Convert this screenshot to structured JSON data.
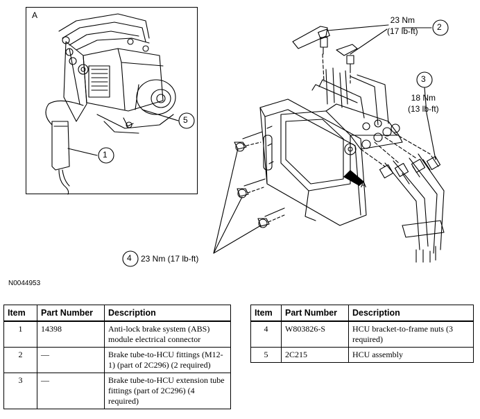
{
  "detail": {
    "label": "A"
  },
  "callouts": {
    "c1": "1",
    "c2": "2",
    "c3": "3",
    "c4": "4",
    "c5": "5",
    "view_arrow": "A"
  },
  "torques": {
    "t2_nm": "23 Nm",
    "t2_lbft": "(17 lb-ft)",
    "t3_nm": "18 Nm",
    "t3_lbft": "(13 lb-ft)",
    "t4": "23 Nm (17 lb-ft)"
  },
  "figure_id": "N0044953",
  "table_headers": {
    "item": "Item",
    "part_number": "Part Number",
    "description": "Description"
  },
  "table_left": [
    {
      "item": "1",
      "part": "14398",
      "desc": "Anti-lock brake system (ABS) module electrical connector"
    },
    {
      "item": "2",
      "part": "—",
      "desc": "Brake tube-to-HCU fittings (M12-1) (part of 2C296) (2 required)"
    },
    {
      "item": "3",
      "part": "—",
      "desc": "Brake tube-to-HCU extension tube fittings (part of 2C296) (4 required)"
    }
  ],
  "table_right": [
    {
      "item": "4",
      "part": "W803826-S",
      "desc": "HCU bracket-to-frame nuts (3 required)"
    },
    {
      "item": "5",
      "part": "2C215",
      "desc": "HCU assembly"
    }
  ]
}
